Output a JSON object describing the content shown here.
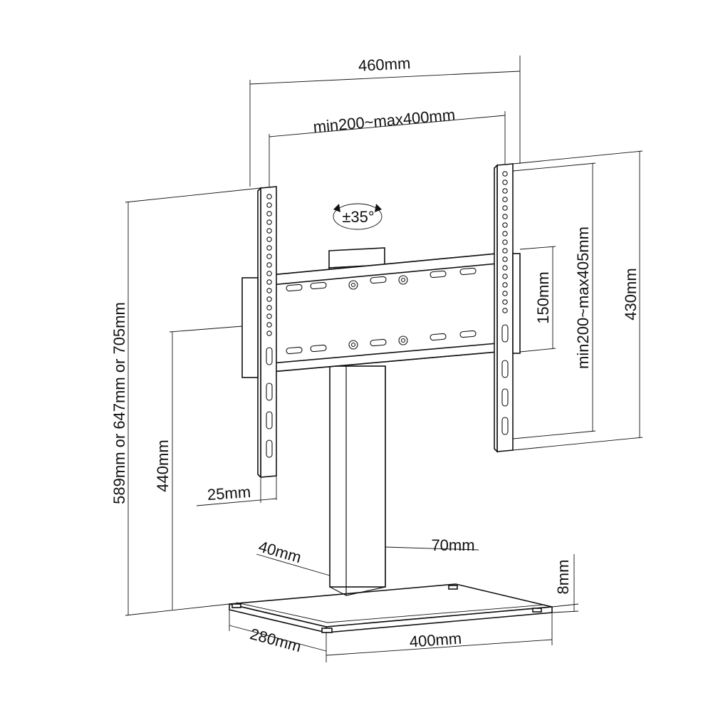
{
  "dimensions": {
    "overall_width": "460mm",
    "vesa_horizontal": "min200~max400mm",
    "tilt": "±35°",
    "arm_height": "430mm",
    "vesa_vertical": "min200~max405mm",
    "vertical_spacing": "150mm",
    "total_height": "589mm or 647mm or 705mm",
    "pole_height": "440mm",
    "arm_width": "25mm",
    "pole_depth": "40mm",
    "pole_width": "70mm",
    "base_thickness": "8mm",
    "base_depth": "280mm",
    "base_width": "400mm"
  }
}
